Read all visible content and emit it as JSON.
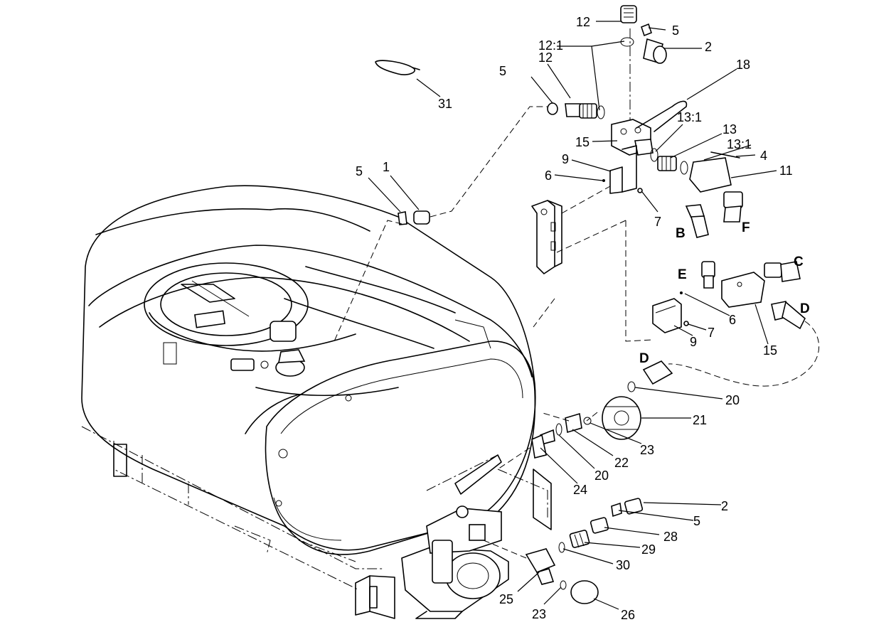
{
  "callouts": {
    "c_31": "31",
    "c_5_tie": "5",
    "c_1": "1",
    "c_12_top": "12",
    "c_5_top": "5",
    "c_2_top": "2",
    "c_12_1_top": "12:1",
    "c_12_mid": "12",
    "c_5_mid": "5",
    "c_18": "18",
    "c_13_1_a": "13:1",
    "c_13": "13",
    "c_13_1_b": "13:1",
    "c_4": "4",
    "c_11": "11",
    "c_15_top": "15",
    "c_9_top": "9",
    "c_6_top": "6",
    "c_7_top": "7",
    "c_15_bot": "15",
    "c_6_mid": "6",
    "c_7_mid": "7",
    "c_9_mid": "9",
    "c_20_a": "20",
    "c_21": "21",
    "c_23_a": "23",
    "c_22": "22",
    "c_20_b": "20",
    "c_24": "24",
    "c_2_bot": "2",
    "c_5_bot": "5",
    "c_28": "28",
    "c_29": "29",
    "c_30": "30",
    "c_25": "25",
    "c_23_b": "23",
    "c_26": "26"
  },
  "letters": {
    "B": "B",
    "F": "F",
    "C": "C",
    "E": "E",
    "D_top": "D",
    "D_bot": "D"
  }
}
